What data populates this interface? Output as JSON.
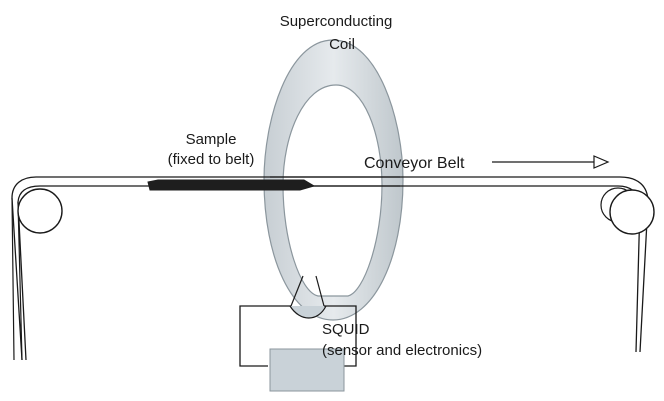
{
  "labels": {
    "coil_line1": "Superconducting",
    "coil_line2": "Coil",
    "sample_line1": "Sample",
    "sample_line2": "(fixed to belt)",
    "conveyor": "Conveyor Belt",
    "squid_line1": "SQUID",
    "squid_line2": "(sensor and electronics)"
  },
  "colors": {
    "coil_fill": "#d6dde2",
    "coil_stroke": "#8b969d",
    "squid_box": "#c9d2d8",
    "belt_stroke": "#1a1a1a",
    "sample_fill": "#1e1e1e"
  }
}
